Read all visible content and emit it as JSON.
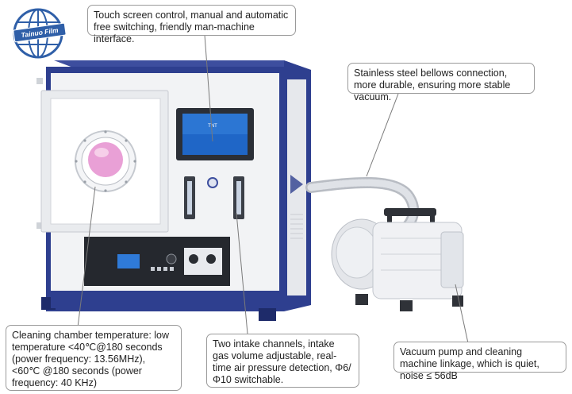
{
  "logo": {
    "text": "Tainuo Film"
  },
  "callouts": {
    "touch_screen": "Touch screen control, manual and automatic free switching, friendly man-machine interface.",
    "bellows": "Stainless steel bellows connection, more durable, ensuring more stable vacuum.",
    "chamber_temp": "Cleaning chamber temperature: low temperature <40℃@180 seconds (power frequency: 13.56MHz), <60℃ @180 seconds (power frequency: 40 KHz)",
    "intake": "Two intake channels, intake gas volume adjustable, real-time air pressure detection, Φ6/Φ10 switchable.",
    "pump": "Vacuum pump and cleaning machine linkage, which is quiet, noise ≤ 56dB"
  },
  "colors": {
    "frame_blue": "#2e3f8f",
    "body_white": "#f2f3f5",
    "accent": "#e9a0d6"
  }
}
